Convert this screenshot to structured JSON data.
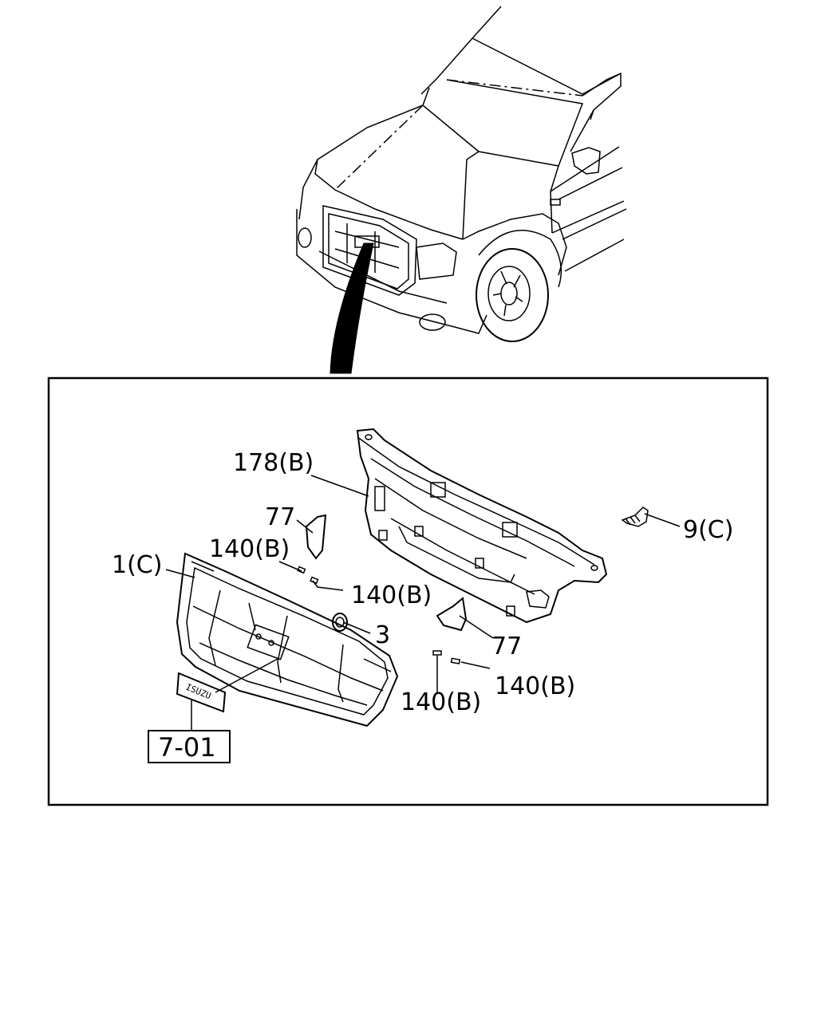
{
  "diagram": {
    "callouts": {
      "grille_bracket": "178(B)",
      "screw": "9(C)",
      "trim_left": "77",
      "trim_right": "77",
      "clip_upper_left": "140(B)",
      "clip_mid_left": "140(B)",
      "clip_lower_mid": "140(B)",
      "clip_lower_right": "140(B)",
      "grille": "1(C)",
      "emblem": "3",
      "reference_box": "7-01"
    },
    "badge_text": "ISUZU"
  }
}
